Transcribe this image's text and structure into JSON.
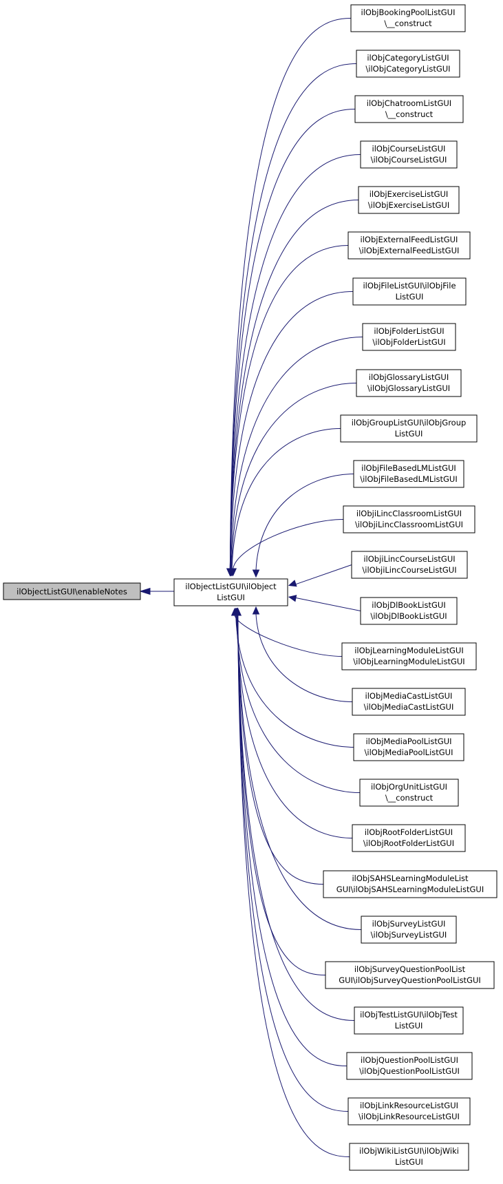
{
  "root": {
    "label": "ilObjectListGUI\\enableNotes"
  },
  "hub": {
    "lines": [
      "ilObjectListGUI\\ilObject",
      "ListGUI"
    ]
  },
  "children": [
    {
      "lines": [
        "ilObjBookingPoolListGUI",
        "\\__construct"
      ]
    },
    {
      "lines": [
        "ilObjCategoryListGUI",
        "\\ilObjCategoryListGUI"
      ]
    },
    {
      "lines": [
        "ilObjChatroomListGUI",
        "\\__construct"
      ]
    },
    {
      "lines": [
        "ilObjCourseListGUI",
        "\\ilObjCourseListGUI"
      ]
    },
    {
      "lines": [
        "ilObjExerciseListGUI",
        "\\ilObjExerciseListGUI"
      ]
    },
    {
      "lines": [
        "ilObjExternalFeedListGUI",
        "\\ilObjExternalFeedListGUI"
      ]
    },
    {
      "lines": [
        "ilObjFileListGUI\\ilObjFile",
        "ListGUI"
      ]
    },
    {
      "lines": [
        "ilObjFolderListGUI",
        "\\ilObjFolderListGUI"
      ]
    },
    {
      "lines": [
        "ilObjGlossaryListGUI",
        "\\ilObjGlossaryListGUI"
      ]
    },
    {
      "lines": [
        "ilObjGroupListGUI\\ilObjGroup",
        "ListGUI"
      ]
    },
    {
      "lines": [
        "ilObjFileBasedLMListGUI",
        "\\ilObjFileBasedLMListGUI"
      ]
    },
    {
      "lines": [
        "ilObjiLincClassroomListGUI",
        "\\ilObjiLincClassroomListGUI"
      ]
    },
    {
      "lines": [
        "ilObjiLincCourseListGUI",
        "\\ilObjiLincCourseListGUI"
      ]
    },
    {
      "lines": [
        "ilObjDlBookListGUI",
        "\\ilObjDlBookListGUI"
      ]
    },
    {
      "lines": [
        "ilObjLearningModuleListGUI",
        "\\ilObjLearningModuleListGUI"
      ]
    },
    {
      "lines": [
        "ilObjMediaCastListGUI",
        "\\ilObjMediaCastListGUI"
      ]
    },
    {
      "lines": [
        "ilObjMediaPoolListGUI",
        "\\ilObjMediaPoolListGUI"
      ]
    },
    {
      "lines": [
        "ilObjOrgUnitListGUI",
        "\\__construct"
      ]
    },
    {
      "lines": [
        "ilObjRootFolderListGUI",
        "\\ilObjRootFolderListGUI"
      ]
    },
    {
      "lines": [
        "ilObjSAHSLearningModuleList",
        "GUI\\ilObjSAHSLearningModuleListGUI"
      ]
    },
    {
      "lines": [
        "ilObjSurveyListGUI",
        "\\ilObjSurveyListGUI"
      ]
    },
    {
      "lines": [
        "ilObjSurveyQuestionPoolList",
        "GUI\\ilObjSurveyQuestionPoolListGUI"
      ]
    },
    {
      "lines": [
        "ilObjTestListGUI\\ilObjTest",
        "ListGUI"
      ]
    },
    {
      "lines": [
        "ilObjQuestionPoolListGUI",
        "\\ilObjQuestionPoolListGUI"
      ]
    },
    {
      "lines": [
        "ilObjLinkResourceListGUI",
        "\\ilObjLinkResourceListGUI"
      ]
    },
    {
      "lines": [
        "ilObjWikiListGUI\\ilObjWiki",
        "ListGUI"
      ]
    }
  ],
  "colors": {
    "edge": "#191970",
    "root_fill": "#bfbfbf",
    "node_fill": "#ffffff",
    "node_stroke": "#000000"
  }
}
